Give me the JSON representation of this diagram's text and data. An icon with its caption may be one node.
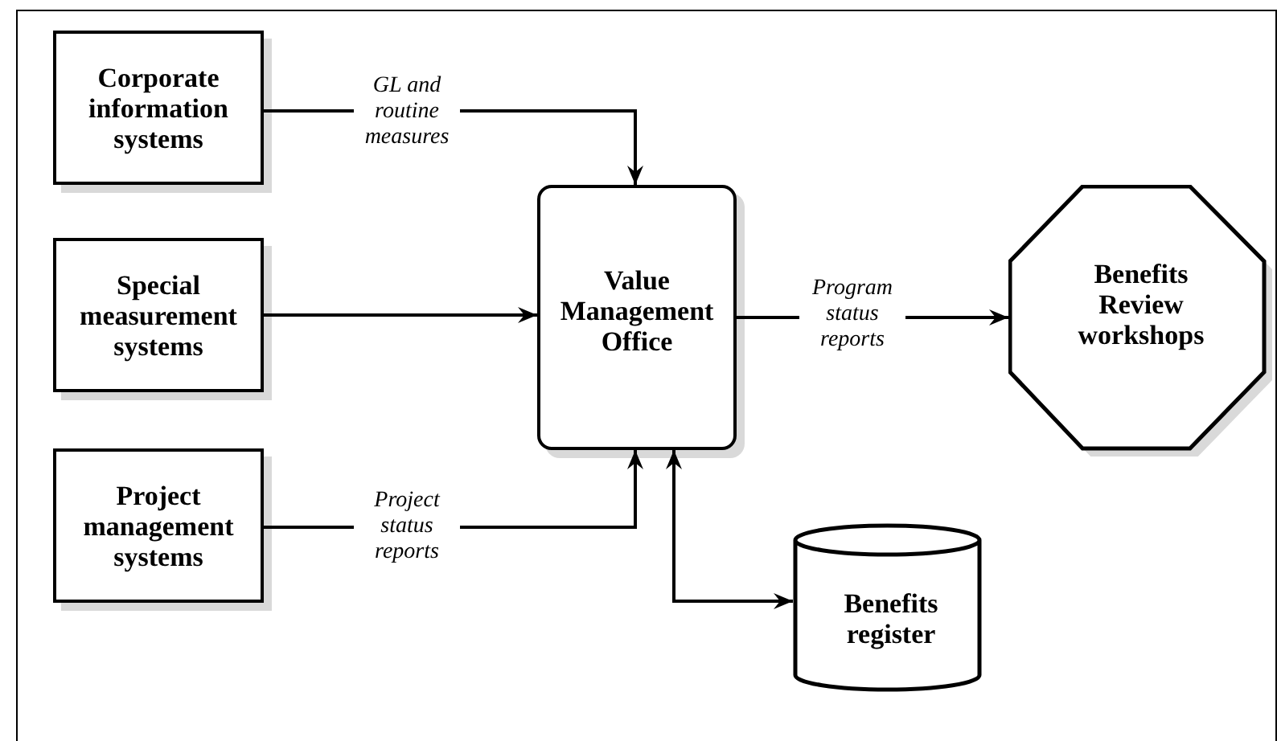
{
  "diagram": {
    "nodes": [
      {
        "text": [
          "Corporate information systems"
        ]
      },
      {
        "text": [
          "Special measurement systems"
        ]
      },
      {
        "text": [
          "Project management systems"
        ]
      },
      {
        "text": [
          "Value Management Office"
        ]
      },
      {
        "text": [
          "Benefits Review workshops"
        ]
      },
      {
        "text": [
          "Benefits register"
        ]
      }
    ],
    "edges": [
      {
        "from": 0,
        "to": 3,
        "arrow": "to",
        "label": "GL and routine measures"
      },
      {
        "from": 1,
        "to": 3,
        "arrow": "to"
      },
      {
        "from": 2,
        "to": 3,
        "arrow": "to",
        "label": "Project status reports"
      },
      {
        "from": 3,
        "to": 4,
        "arrow": "to",
        "label": "Program status reports"
      },
      {
        "from": 3,
        "to": 5,
        "arrow": "both"
      }
    ]
  }
}
